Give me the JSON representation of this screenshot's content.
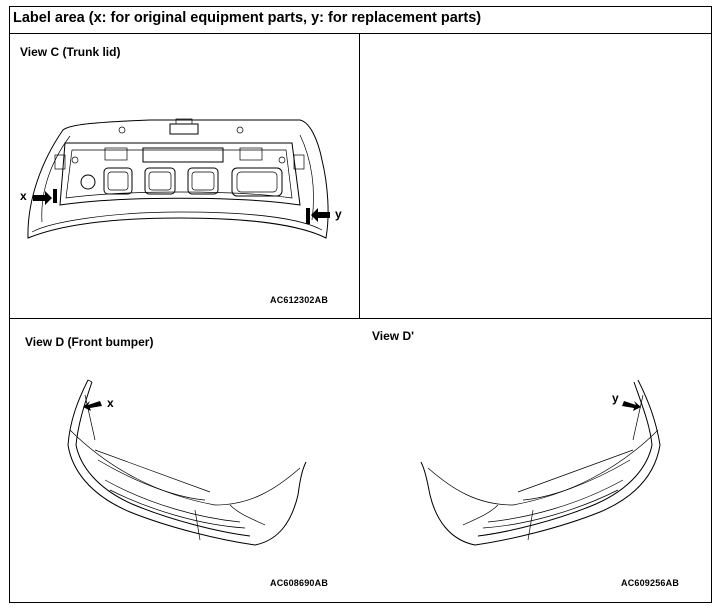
{
  "header": {
    "title": "Label area (x: for original equipment parts, y: for replacement parts)"
  },
  "panels": {
    "trunk": {
      "title": "View C (Trunk lid)",
      "code": "AC612302AB",
      "mark_x": "x",
      "mark_y": "y"
    },
    "front_left": {
      "title": "View D (Front bumper)",
      "code": "AC608690AB",
      "mark": "x"
    },
    "front_right": {
      "title": "View D'",
      "code": "AC609256AB",
      "mark": "y"
    }
  }
}
